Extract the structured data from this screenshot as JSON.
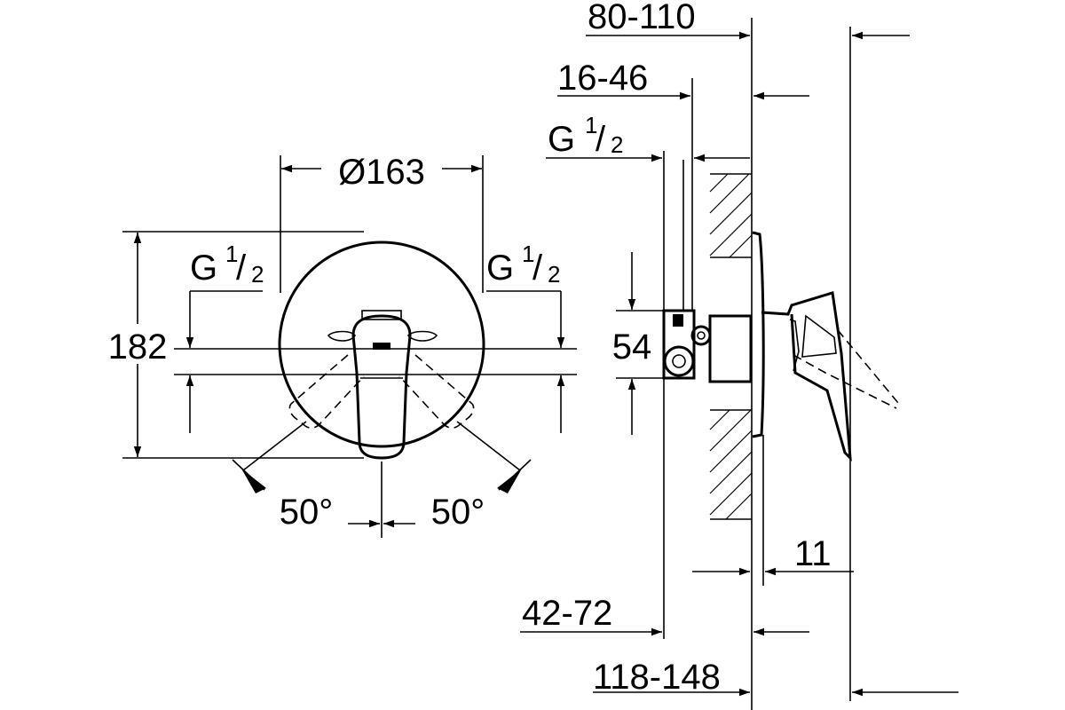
{
  "front_view": {
    "diameter_label": "Ø163",
    "height_label": "182",
    "left_thread": {
      "main": "G",
      "num": "1",
      "den": "2"
    },
    "right_thread": {
      "main": "G",
      "num": "1",
      "den": "2"
    },
    "angle_left": "50°",
    "angle_right": "50°"
  },
  "side_view": {
    "top_dim": "80-110",
    "second_dim": "16-46",
    "thread": {
      "main": "G",
      "num": "1",
      "den": "2"
    },
    "spacing_dim": "54",
    "plate_dim": "11",
    "depth_dim_1": "42-72",
    "depth_dim_2": "118-148"
  }
}
